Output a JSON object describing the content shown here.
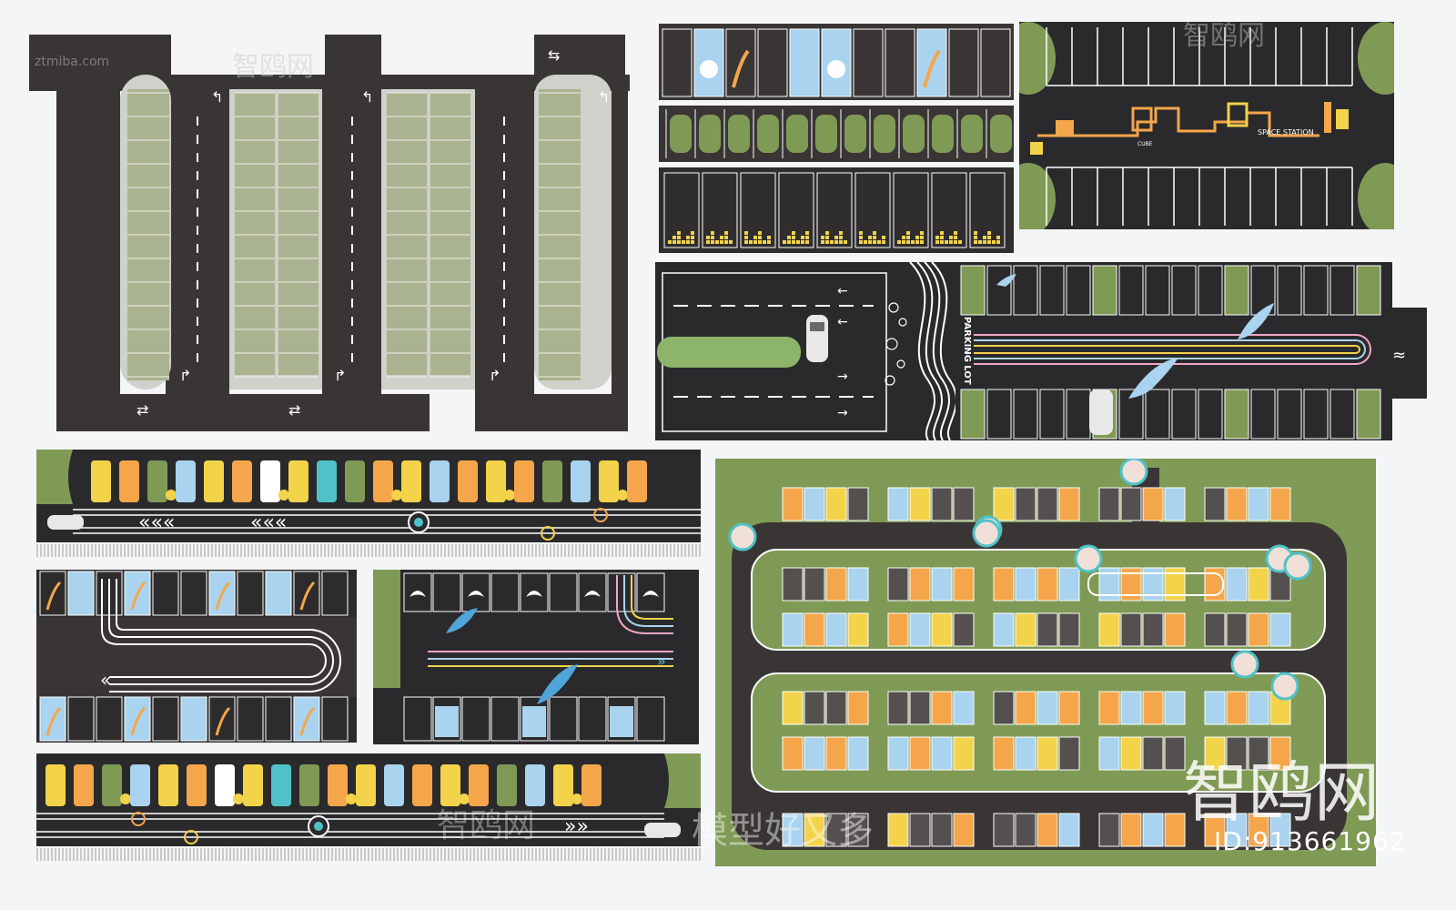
{
  "labels": {
    "parking_lot": "PARKING LOT",
    "space_station": "SPACE STATION",
    "cube": "CUBE",
    "image_id": "ID:913661962"
  },
  "watermarks": {
    "brand_cn": "智鸥网",
    "slogan_cn": "模型好又多",
    "domain": "ztmiba.com"
  },
  "colors": {
    "asphalt": "#3a3535",
    "grass": "#7f9a55",
    "orange": "#f5a64a",
    "yellow": "#f3d34a",
    "light_blue": "#a9d3ee",
    "teal": "#4fc2c9",
    "white": "#ffffff"
  },
  "icons": [
    "arrow-icon",
    "car-icon",
    "dolphin-icon",
    "whale-tail-icon",
    "traffic-light-icon",
    "tree-icon"
  ]
}
